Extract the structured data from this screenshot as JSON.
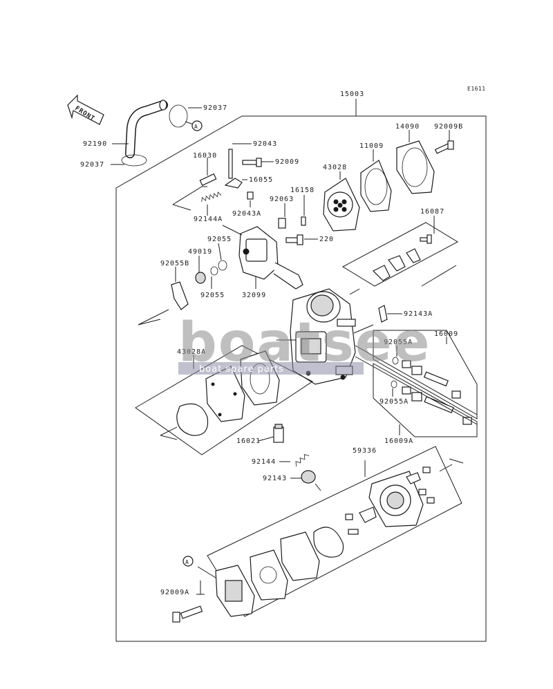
{
  "diagram": {
    "figure_ref": "E1611",
    "front_label": "FRONT",
    "callout_a": "A",
    "assembly_number": "15003"
  },
  "parts": {
    "p92037_top": "92037",
    "p92190": "92190",
    "p92037_bottom": "92037",
    "p92043": "92043",
    "p16030": "16030",
    "p92009": "92009",
    "p16055": "16055",
    "p92144A": "92144A",
    "p92043A": "92043A",
    "p43028": "43028",
    "p11009": "11009",
    "p14090": "14090",
    "p92009B": "92009B",
    "p16158": "16158",
    "p92063": "92063",
    "p16087": "16087",
    "p220": "220",
    "p92055_a": "92055",
    "p49019": "49019",
    "p92055B": "92055B",
    "p92055_b": "92055",
    "p32099": "32099",
    "p92143A": "92143A",
    "p16009": "16009",
    "p92055A_top": "92055A",
    "p43028A": "43028A",
    "p92055A_bottom": "92055A",
    "p16009A": "16009A",
    "p16021": "16021",
    "p59336": "59336",
    "p92144": "92144",
    "p92143": "92143",
    "p92009A": "92009A"
  },
  "watermark": {
    "brand": "boatsee",
    "tagline": "boat spare parts"
  }
}
